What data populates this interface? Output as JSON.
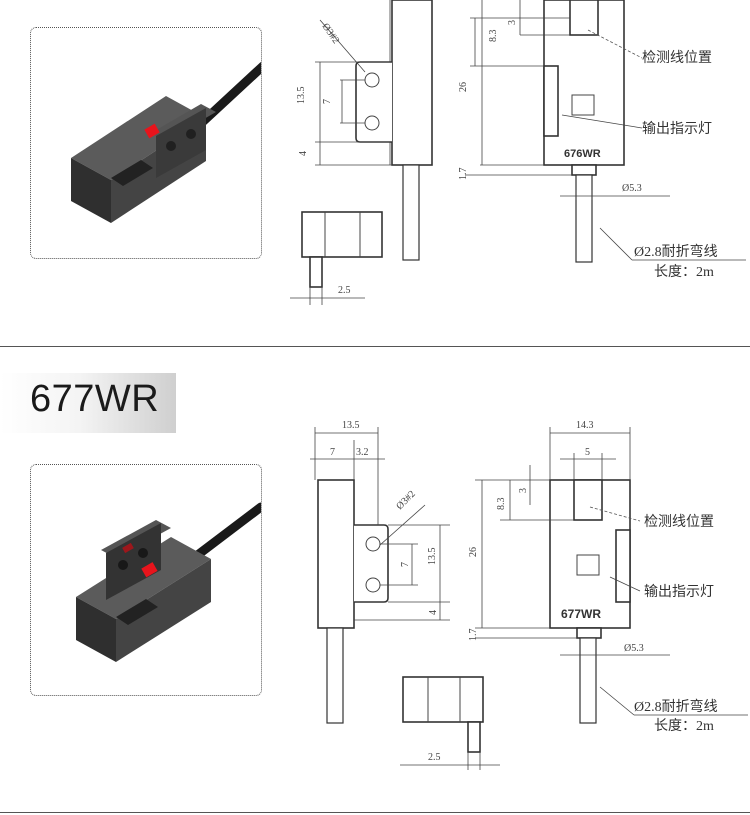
{
  "top_section": {
    "model_mark": "676WR",
    "dims": {
      "hole": "Ø3#2",
      "height_left": "13.5",
      "hole_pitch": "7",
      "bottom": "4",
      "offset": "2.5",
      "slot_depth": "8.3",
      "slot_top": "3",
      "total_height": "26",
      "step": "1.7",
      "shaft": "Ø5.3"
    },
    "labels": {
      "detect_pos": "检测线位置",
      "indicator": "输出指示灯",
      "cable": "Ø2.8耐折弯线",
      "cable_len": "长度：2m"
    }
  },
  "bottom_section": {
    "title": "677WR",
    "model_mark": "677WR",
    "dims": {
      "width_top": "13.5",
      "seg_a": "7",
      "seg_b": "3.2",
      "hole": "Ø3#2",
      "hole_pitch": "7",
      "height_right": "13.5",
      "bottom": "4",
      "offset": "2.5",
      "width_front": "14.3",
      "slot_width": "5",
      "slot_top": "3",
      "slot_depth": "8.3",
      "total_height": "26",
      "step": "1.7",
      "shaft": "Ø5.3"
    },
    "labels": {
      "detect_pos": "检测线位置",
      "indicator": "输出指示灯",
      "cable": "Ø2.8耐折弯线",
      "cable_len": "长度：2m"
    }
  },
  "colors": {
    "led": "#e8141c",
    "sensor_body": "#3c3c3c"
  }
}
